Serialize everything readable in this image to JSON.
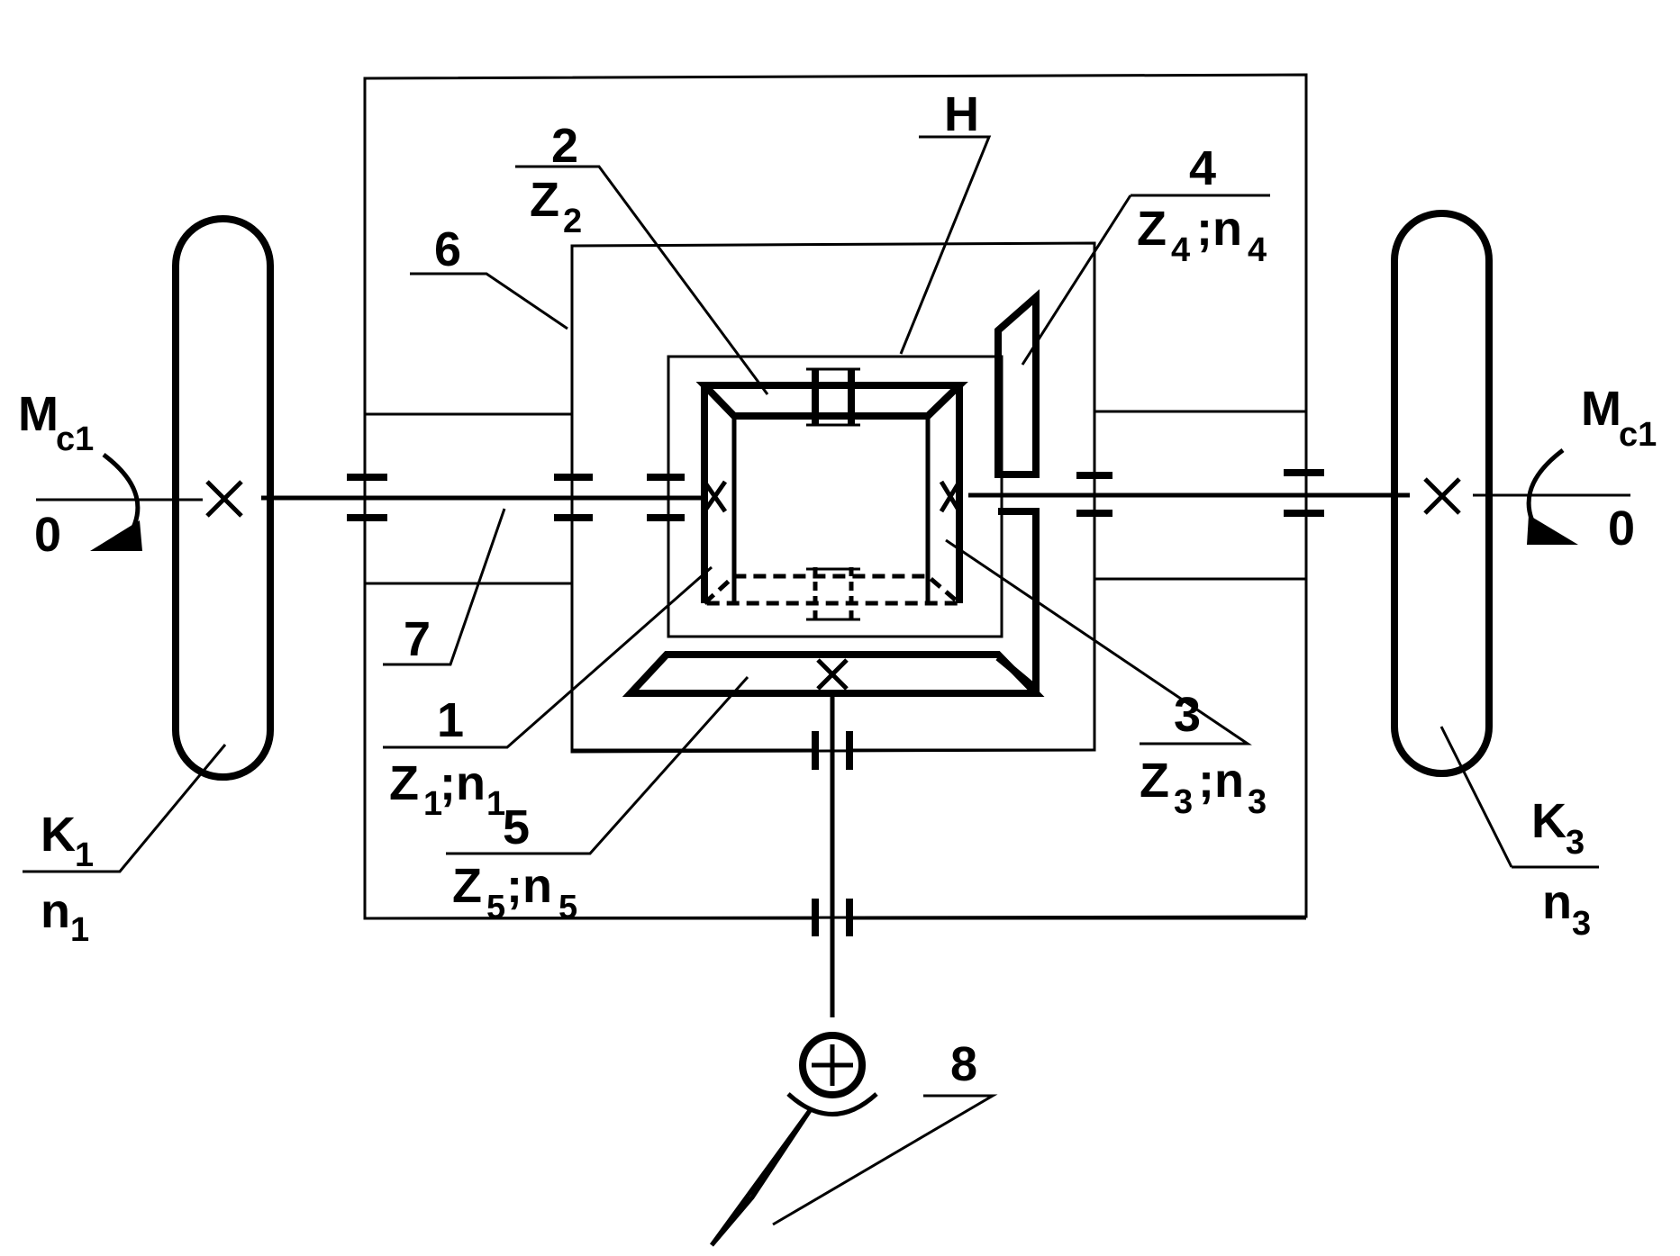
{
  "diagram": {
    "labels": {
      "part_1": "1",
      "part_2": "2",
      "part_3": "3",
      "part_4": "4",
      "part_5": "5",
      "part_6": "6",
      "part_7": "7",
      "part_8": "8",
      "carrier_H": "H",
      "z2": "Z",
      "z2_sub": "2",
      "z4_z": "Z",
      "z4_sub": "4",
      "z4_n": ";n",
      "z4_nsub": "4",
      "z1_z": "Z",
      "z1_sub": "1",
      "z1_n": ";n",
      "z1_nsub": "1",
      "z3_z": "Z",
      "z3_sub": "3",
      "z3_n": ";n",
      "z3_nsub": "3",
      "z5_z": "Z",
      "z5_sub": "5",
      "z5_n": ";n",
      "z5_nsub": "5",
      "k1": "K",
      "k1_sub": "1",
      "n1": "n",
      "n1_sub": "1",
      "k3": "K",
      "k3_sub": "3",
      "n3": "n",
      "n3_sub": "3",
      "mc_left": "M",
      "mc_left_sub": "c1",
      "mc_right": "M",
      "mc_right_sub": "c1",
      "zero_left": "0",
      "zero_right": "0"
    }
  }
}
